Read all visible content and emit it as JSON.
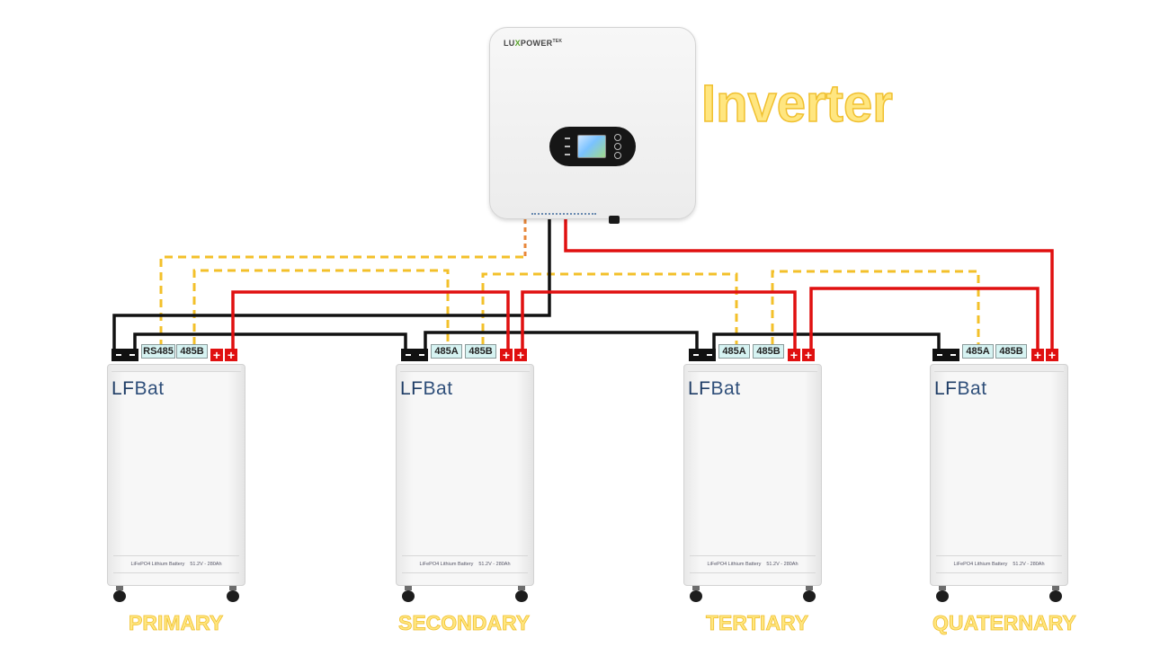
{
  "inverter": {
    "brand_prefix": "LU",
    "brand_x": "X",
    "brand_suffix": "POWER",
    "brand_tek": "TEK",
    "label": "Inverter"
  },
  "battery_brand": {
    "prefix": "LF",
    "suffix": "Bat"
  },
  "battery_strip": {
    "type": "LiFePO4 Lithium Battery",
    "spec": "51.2V - 280Ah"
  },
  "terminals": {
    "negative": "−",
    "positive": "+"
  },
  "batteries": [
    {
      "label": "PRIMARY",
      "port_a": "RS485",
      "port_b": "485B"
    },
    {
      "label": "SECONDARY",
      "port_a": "485A",
      "port_b": "485B"
    },
    {
      "label": "TERTIARY",
      "port_a": "485A",
      "port_b": "485B"
    },
    {
      "label": "QUATERNARY",
      "port_a": "485A",
      "port_b": "485B"
    }
  ],
  "colors": {
    "negative_cable": "#111111",
    "positive_cable": "#e01010",
    "communication_cable": "#f3c02a",
    "inverter_comm_link": "#e8873a",
    "label_fill": "#ffe680"
  }
}
